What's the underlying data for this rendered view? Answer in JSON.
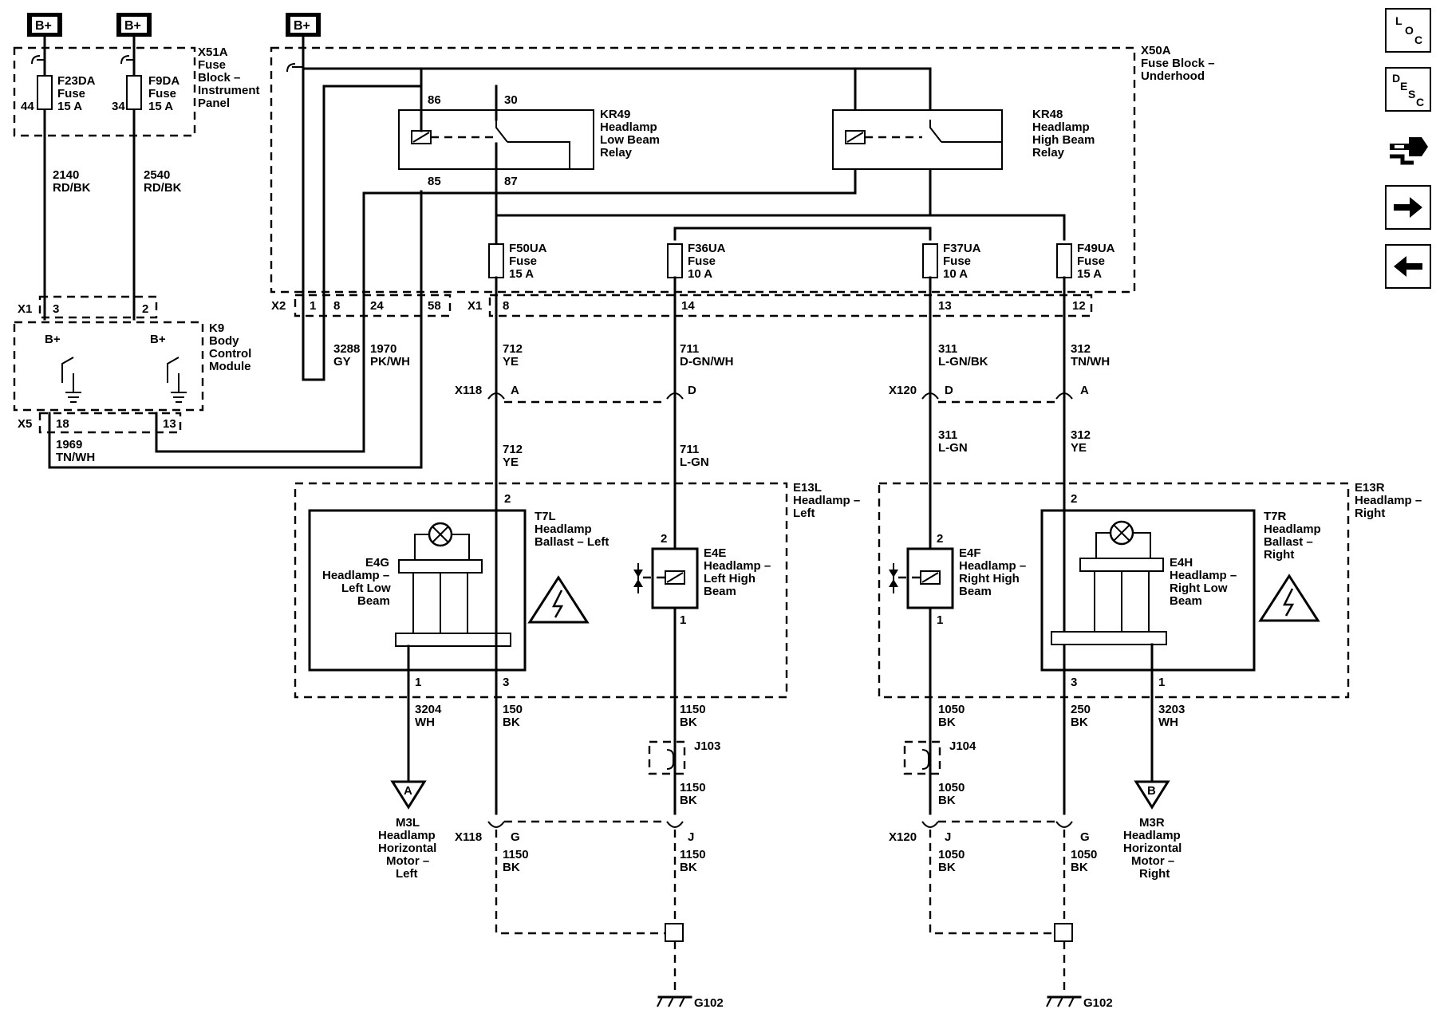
{
  "supply": {
    "b_plus": "B+"
  },
  "x51a": {
    "id": "X51A",
    "line1": "Fuse",
    "line2": "Block –",
    "line3": "Instrument",
    "line4": "Panel"
  },
  "fuses_panel": [
    {
      "name": "F23DA",
      "type": "Fuse",
      "rating": "15 A",
      "pin": "44"
    },
    {
      "name": "F9DA",
      "type": "Fuse",
      "rating": "15 A",
      "pin": "34"
    }
  ],
  "x50a": {
    "id": "X50A",
    "line1": "Fuse Block –",
    "line2": "Underhood"
  },
  "relays": [
    {
      "id": "KR49",
      "line1": "Headlamp",
      "line2": "Low Beam",
      "line3": "Relay"
    },
    {
      "id": "KR48",
      "line1": "Headlamp",
      "line2": "High Beam",
      "line3": "Relay"
    }
  ],
  "relay_pins": {
    "p86": "86",
    "p30": "30",
    "p85": "85",
    "p87": "87"
  },
  "fuses_underhood": [
    {
      "name": "F50UA",
      "type": "Fuse",
      "rating": "15 A"
    },
    {
      "name": "F36UA",
      "type": "Fuse",
      "rating": "10 A"
    },
    {
      "name": "F37UA",
      "type": "Fuse",
      "rating": "10 A"
    },
    {
      "name": "F49UA",
      "type": "Fuse",
      "rating": "15 A"
    }
  ],
  "connectors": {
    "x2": "X2",
    "x1": "X1",
    "x5": "X5",
    "x118": "X118",
    "x120": "X120",
    "x2_pins": [
      "1",
      "8",
      "24",
      "58"
    ],
    "x1_pins": [
      "8",
      "14",
      "13",
      "12"
    ],
    "x1_bcm_pins": [
      "3",
      "2"
    ],
    "x5_pins": [
      "18",
      "13"
    ],
    "x118_top": [
      "A",
      "D"
    ],
    "x120_top": [
      "D",
      "A"
    ],
    "x118_bot": [
      "G",
      "J"
    ],
    "x120_bot": [
      "J",
      "G"
    ]
  },
  "bcm": {
    "id": "K9",
    "line1": "Body",
    "line2": "Control",
    "line3": "Module",
    "b_plus": "B+"
  },
  "wires": {
    "w2140": [
      "2140",
      "RD/BK"
    ],
    "w2540": [
      "2540",
      "RD/BK"
    ],
    "w3288": [
      "3288",
      "GY"
    ],
    "w1970": [
      "1970",
      "PK/WH"
    ],
    "w1969": [
      "1969",
      "TN/WH"
    ],
    "w712a": [
      "712",
      "YE"
    ],
    "w711a": [
      "711",
      "D-GN/WH"
    ],
    "w311a": [
      "311",
      "L-GN/BK"
    ],
    "w312a": [
      "312",
      "TN/WH"
    ],
    "w712b": [
      "712",
      "YE"
    ],
    "w711b": [
      "711",
      "L-GN"
    ],
    "w311b": [
      "311",
      "L-GN"
    ],
    "w312b": [
      "312",
      "YE"
    ],
    "w3204": [
      "3204",
      "WH"
    ],
    "w150": [
      "150",
      "BK"
    ],
    "w1150a": [
      "1150",
      "BK"
    ],
    "w1050a": [
      "1050",
      "BK"
    ],
    "w250": [
      "250",
      "BK"
    ],
    "w3203": [
      "3203",
      "WH"
    ],
    "w1150b": [
      "1150",
      "BK"
    ],
    "w1050b": [
      "1050",
      "BK"
    ],
    "w1150c": [
      "1150",
      "BK"
    ],
    "w1150d": [
      "1150",
      "BK"
    ],
    "w1050c": [
      "1050",
      "BK"
    ],
    "w1050d": [
      "1050",
      "BK"
    ]
  },
  "headlamps": {
    "e13l": [
      "E13L",
      "Headlamp –",
      "Left"
    ],
    "e13r": [
      "E13R",
      "Headlamp –",
      "Right"
    ],
    "t7l": [
      "T7L",
      "Headlamp",
      "Ballast – Left"
    ],
    "t7r": [
      "T7R",
      "Headlamp",
      "Ballast –",
      "Right"
    ],
    "e4g": [
      "E4G",
      "Headlamp –",
      "Left Low",
      "Beam"
    ],
    "e4h": [
      "E4H",
      "Headlamp –",
      "Right Low",
      "Beam"
    ],
    "e4e": [
      "E4E",
      "Headlamp –",
      "Left High",
      "Beam"
    ],
    "e4f": [
      "E4F",
      "Headlamp –",
      "Right High",
      "Beam"
    ],
    "pins": {
      "p1": "1",
      "p2": "2",
      "p3": "3"
    }
  },
  "splices": {
    "j103": "J103",
    "j104": "J104"
  },
  "motors": {
    "m3l": [
      "M3L",
      "Headlamp",
      "Horizontal",
      "Motor –",
      "Left"
    ],
    "m3r": [
      "M3R",
      "Headlamp",
      "Horizontal",
      "Motor –",
      "Right"
    ],
    "ref_a": "A",
    "ref_b": "B"
  },
  "grounds": {
    "g102": "G102"
  },
  "nav": [
    {
      "id": "loc",
      "letters": [
        "L",
        "O",
        "C"
      ],
      "icon": "loc-icon"
    },
    {
      "id": "desc",
      "letters": [
        "D",
        "E",
        "S",
        "C"
      ],
      "icon": "desc-icon"
    },
    {
      "id": "connector",
      "icon": "connector-icon"
    },
    {
      "id": "next",
      "icon": "arrow-right-icon"
    },
    {
      "id": "prev",
      "icon": "arrow-left-icon"
    }
  ]
}
